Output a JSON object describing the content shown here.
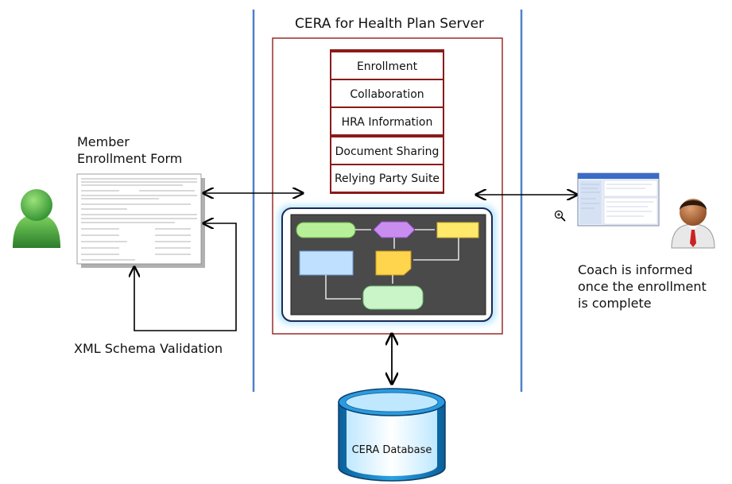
{
  "server": {
    "title": "CERA for Health Plan Server",
    "modules": [
      "Enrollment",
      "Collaboration",
      "HRA Information",
      "Document Sharing",
      "Relying Party Suite"
    ]
  },
  "member": {
    "form_label_line1": "Member",
    "form_label_line2": "Enrollment Form",
    "validation_label": "XML Schema Validation"
  },
  "coach": {
    "caption_line1": "Coach is informed",
    "caption_line2": "once the enrollment",
    "caption_line3": "is complete"
  },
  "database": {
    "label": "CERA Database"
  },
  "icons": {
    "member": "person-green-icon",
    "coach": "person-coach-icon",
    "form": "form-document-icon",
    "screen": "app-screenshot-icon",
    "zoom": "zoom-in-icon",
    "workflow": "workflow-engine-icon",
    "database": "database-cylinder-icon"
  },
  "colors": {
    "divider": "#4f81c7",
    "server_border": "#9b2c2c",
    "module_border": "#8b1a1a",
    "member_green": "#4caf50",
    "db_blue": "#1f8fd0"
  }
}
